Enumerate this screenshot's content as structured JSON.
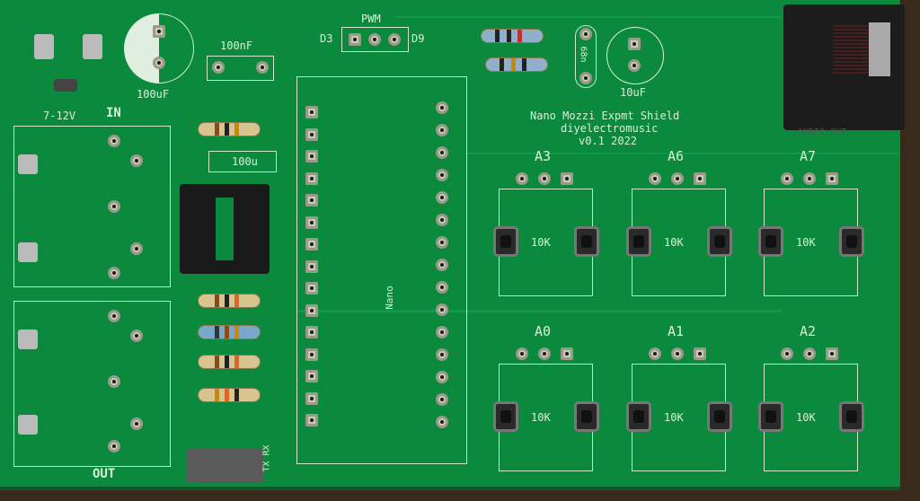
{
  "board": {
    "title": "Nano Mozzi Expmt Shield",
    "author": "diyelectromusic",
    "version": "v0.1 2022",
    "colors": {
      "pcb": "#0b8a3e",
      "silkscreen": "#d8efd8",
      "jack": "#1c1c1c"
    }
  },
  "labels": {
    "pwm": "PWM",
    "d3": "D3",
    "d9": "D9",
    "cap_100nf": "100nF",
    "cap_100uf": "100uF",
    "voltage": "7-12V",
    "in": "IN",
    "out": "OUT",
    "cap_100u": "100u",
    "nano": "Nano",
    "cap_68n": "68n",
    "cap_10uf": "10uF",
    "audio_out": "AUDIO OUT",
    "txrx": "TX RX"
  },
  "pots": [
    {
      "label": "A3",
      "value": "10K"
    },
    {
      "label": "A6",
      "value": "10K"
    },
    {
      "label": "A7",
      "value": "10K"
    },
    {
      "label": "A0",
      "value": "10K"
    },
    {
      "label": "A1",
      "value": "10K"
    },
    {
      "label": "A2",
      "value": "10K"
    }
  ]
}
